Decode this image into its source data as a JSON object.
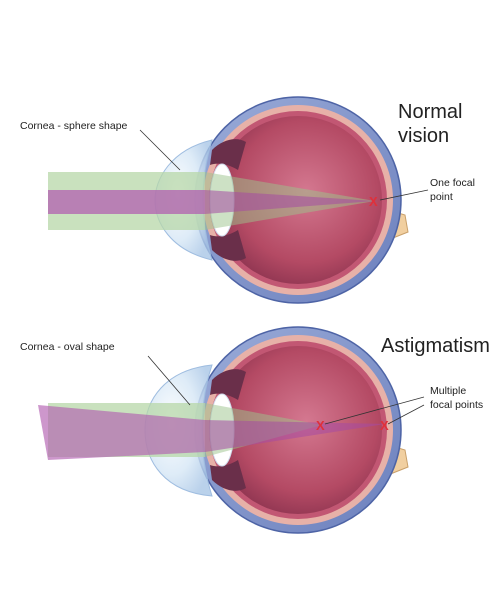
{
  "normal": {
    "title_line1": "Normal",
    "title_line2": "vision",
    "cornea_label": "Cornea - sphere shape",
    "focal_line1": "One focal",
    "focal_line2": "point"
  },
  "astig": {
    "title": "Astigmatism",
    "cornea_label": "Cornea - oval shape",
    "focal_line1": "Multiple",
    "focal_line2": "focal points"
  },
  "marker_symbol": "X",
  "colors": {
    "sclera": "#7f93c9",
    "sclera_edge": "#4e64a6",
    "vitreous": "#b84d67",
    "vitreous_light": "#d9788f",
    "choroid": "#e7b1a8",
    "optic_nerve": "#f1cfa0",
    "iris": "#6a2f4a",
    "lens": "#ffffff",
    "cornea": "#dcecf8",
    "beam_green": "#b7d7a8",
    "beam_purple": "#b25fb0",
    "marker": "#e0303a"
  }
}
